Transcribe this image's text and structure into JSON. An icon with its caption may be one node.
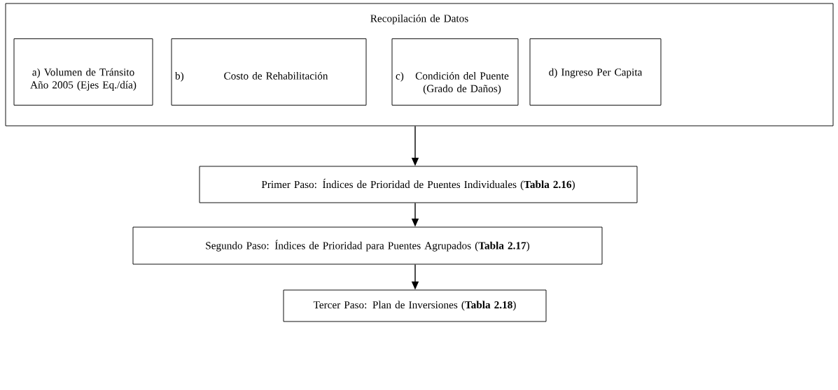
{
  "diagram": {
    "nodes": [
      {
        "text": [
          "Recopilación de Datos"
        ]
      },
      {
        "text": [
          "a) Volumen de Tránsito Año 2005 (Ejes Eq./día)"
        ],
        "in": 0
      },
      {
        "text": [
          "b)",
          "Costo de Rehabilitación"
        ],
        "in": 0
      },
      {
        "text": [
          "c)",
          "Condición del Puente (Grado de Daños)"
        ],
        "in": 0
      },
      {
        "text": [
          "d) Ingreso Per Capita"
        ],
        "in": 0
      },
      {
        "text": [
          "Primer Paso: Índices de Prioridad de Puentes Individuales (**Tabla 2.16**)"
        ]
      },
      {
        "text": [
          "Segundo Paso: Índices de Prioridad para Puentes Agrupados (**Tabla 2.17**)"
        ]
      },
      {
        "text": [
          "Tercer Paso: Plan de Inversiones (**Tabla 2.18**)"
        ]
      }
    ],
    "edges": [
      {
        "from": 0,
        "to": 5,
        "arrow": "to"
      },
      {
        "from": 5,
        "to": 6,
        "arrow": "to"
      },
      {
        "from": 6,
        "to": 7,
        "arrow": "to"
      }
    ]
  }
}
